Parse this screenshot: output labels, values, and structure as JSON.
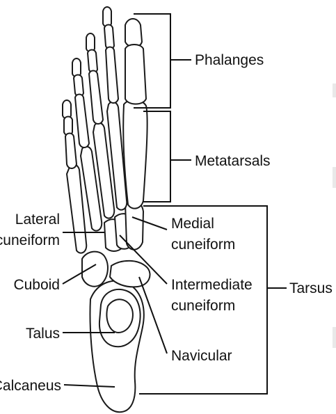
{
  "labels": {
    "phalanges": "Phalanges",
    "metatarsals": "Metatarsals",
    "lateral_cuneiform_line1": "Lateral",
    "lateral_cuneiform_line2": "cuneiform",
    "medial_cuneiform_line1": "Medial",
    "medial_cuneiform_line2": "cuneiform",
    "cuboid": "Cuboid",
    "intermediate_cuneiform_line1": "Intermediate",
    "intermediate_cuneiform_line2": "cuneiform",
    "tarsus": "Tarsus",
    "talus": "Talus",
    "navicular": "Navicular",
    "calcaneus": "Calcaneus"
  },
  "colors": {
    "ink": "#111111",
    "bone_fill": "#ffffff",
    "background": "#ffffff"
  }
}
